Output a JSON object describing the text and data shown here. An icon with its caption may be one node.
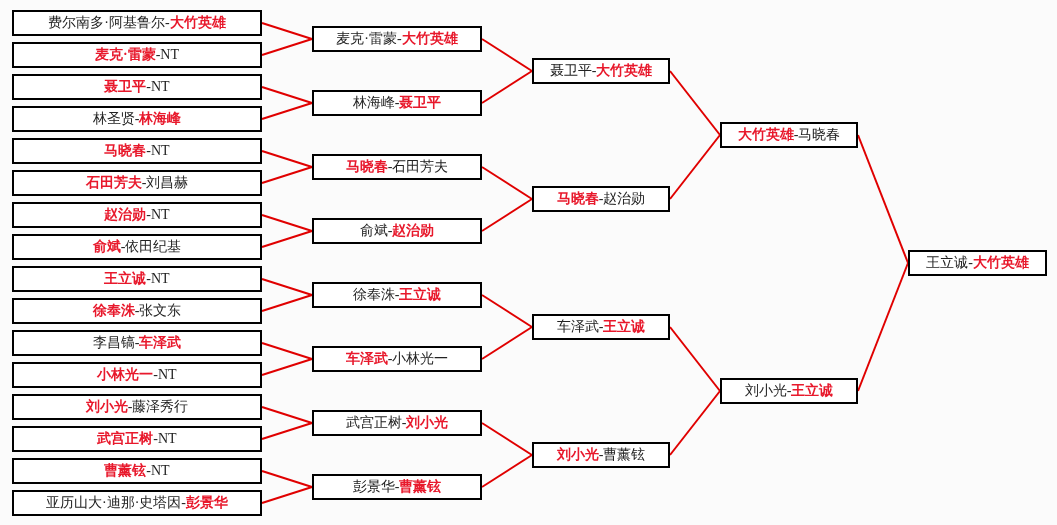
{
  "diagram": {
    "nodes": [
      {
        "text": [
          "费尔南多·阿基鲁尔-**大竹英雄**"
        ]
      },
      {
        "text": [
          "**麦克·雷蒙**-NT"
        ]
      },
      {
        "text": [
          "**聂卫平**-NT"
        ]
      },
      {
        "text": [
          "林圣贤-**林海峰**"
        ]
      },
      {
        "text": [
          "**马晓春**-NT"
        ]
      },
      {
        "text": [
          "**石田芳夫**-刘昌赫"
        ]
      },
      {
        "text": [
          "**赵治勋**-NT"
        ]
      },
      {
        "text": [
          "**俞斌**-依田纪基"
        ]
      },
      {
        "text": [
          "**王立诚**-NT"
        ]
      },
      {
        "text": [
          "**徐奉洙**-张文东"
        ]
      },
      {
        "text": [
          "李昌镐-**车泽武**"
        ]
      },
      {
        "text": [
          "**小林光一**-NT"
        ]
      },
      {
        "text": [
          "**刘小光**-藤泽秀行"
        ]
      },
      {
        "text": [
          "**武宫正树**-NT"
        ]
      },
      {
        "text": [
          "**曹薰铉**-NT"
        ]
      },
      {
        "text": [
          "亚历山大·迪那·史塔因-**彭景华**"
        ]
      },
      {
        "text": [
          "麦克·雷蒙-**大竹英雄**"
        ]
      },
      {
        "text": [
          "林海峰-**聂卫平**"
        ]
      },
      {
        "text": [
          "**马晓春**-石田芳夫"
        ]
      },
      {
        "text": [
          "俞斌-**赵治勋**"
        ]
      },
      {
        "text": [
          "徐奉洙-**王立诚**"
        ]
      },
      {
        "text": [
          "**车泽武**-小林光一"
        ]
      },
      {
        "text": [
          "武宫正树-**刘小光**"
        ]
      },
      {
        "text": [
          "彭景华-**曹薰铉**"
        ]
      },
      {
        "text": [
          "聂卫平-**大竹英雄**"
        ]
      },
      {
        "text": [
          "**马晓春**-赵治勋"
        ]
      },
      {
        "text": [
          "车泽武-**王立诚**"
        ]
      },
      {
        "text": [
          "**刘小光**-曹薰铉"
        ]
      },
      {
        "text": [
          "**大竹英雄**-马晓春"
        ]
      },
      {
        "text": [
          "刘小光-**王立诚**"
        ]
      },
      {
        "text": [
          "王立诚-**大竹英雄**"
        ]
      }
    ],
    "edges": [
      {
        "from": 0,
        "to": 16,
        "arrow": "none"
      },
      {
        "from": 1,
        "to": 16,
        "arrow": "none"
      },
      {
        "from": 2,
        "to": 17,
        "arrow": "none"
      },
      {
        "from": 3,
        "to": 17,
        "arrow": "none"
      },
      {
        "from": 4,
        "to": 18,
        "arrow": "none"
      },
      {
        "from": 5,
        "to": 18,
        "arrow": "none"
      },
      {
        "from": 6,
        "to": 19,
        "arrow": "none"
      },
      {
        "from": 7,
        "to": 19,
        "arrow": "none"
      },
      {
        "from": 8,
        "to": 20,
        "arrow": "none"
      },
      {
        "from": 9,
        "to": 20,
        "arrow": "none"
      },
      {
        "from": 10,
        "to": 21,
        "arrow": "none"
      },
      {
        "from": 11,
        "to": 21,
        "arrow": "none"
      },
      {
        "from": 12,
        "to": 22,
        "arrow": "none"
      },
      {
        "from": 13,
        "to": 22,
        "arrow": "none"
      },
      {
        "from": 14,
        "to": 23,
        "arrow": "none"
      },
      {
        "from": 15,
        "to": 23,
        "arrow": "none"
      },
      {
        "from": 16,
        "to": 24,
        "arrow": "none"
      },
      {
        "from": 17,
        "to": 24,
        "arrow": "none"
      },
      {
        "from": 18,
        "to": 25,
        "arrow": "none"
      },
      {
        "from": 19,
        "to": 25,
        "arrow": "none"
      },
      {
        "from": 20,
        "to": 26,
        "arrow": "none"
      },
      {
        "from": 21,
        "to": 26,
        "arrow": "none"
      },
      {
        "from": 22,
        "to": 27,
        "arrow": "none"
      },
      {
        "from": 23,
        "to": 27,
        "arrow": "none"
      },
      {
        "from": 24,
        "to": 28,
        "arrow": "none"
      },
      {
        "from": 25,
        "to": 28,
        "arrow": "none"
      },
      {
        "from": 26,
        "to": 29,
        "arrow": "none"
      },
      {
        "from": 27,
        "to": 29,
        "arrow": "none"
      },
      {
        "from": 28,
        "to": 30,
        "arrow": "none"
      },
      {
        "from": 29,
        "to": 30,
        "arrow": "none"
      }
    ]
  }
}
